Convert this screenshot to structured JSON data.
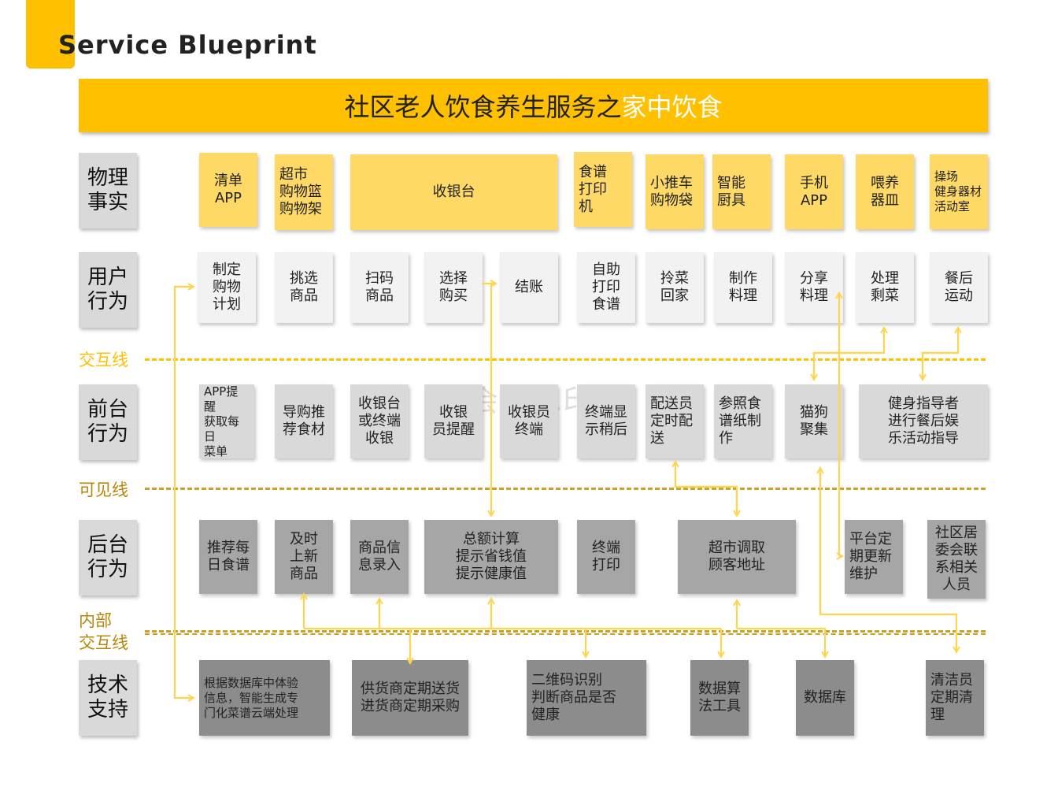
{
  "header": {
    "title": "Service Blueprint",
    "banner_main": "社区老人饮食养生服务之",
    "banner_highlight": "家中饮食"
  },
  "row_labels": {
    "physical": "物理\n事实",
    "user": "用户\n行为",
    "front": "前台\n行为",
    "back": "后台\n行为",
    "tech": "技术\n支持"
  },
  "line_labels": {
    "interaction": "交互线",
    "visibility": "可见线",
    "internal": "内部\n交互线"
  },
  "physical": [
    "清单\nAPP",
    "超市\n购物篮\n购物架",
    "收银台",
    "食谱\n打印\n机",
    "小推车\n购物袋",
    "智能\n厨具",
    "手机\nAPP",
    "喂养\n器皿",
    "操场\n健身器材\n活动室"
  ],
  "user": [
    "制定\n购物\n计划",
    "挑选\n商品",
    "扫码\n商品",
    "选择\n购买",
    "结账",
    "自助\n打印\n食谱",
    "拎菜\n回家",
    "制作\n料理",
    "分享\n料理",
    "处理\n剩菜",
    "餐后\n运动"
  ],
  "front": [
    "APP提醒\n获取每日\n菜单",
    "导购推\n荐食材",
    "收银台\n或终端\n收银",
    "收银\n员提醒",
    "收银员\n终端",
    "终端显\n示稍后",
    "配送员\n定时配\n送",
    "参照食\n谱纸制\n作",
    "猫狗\n聚集",
    "健身指导者\n进行餐后娱\n乐活动指导"
  ],
  "back": [
    "推荐每\n日食谱",
    "及时\n上新\n商品",
    "商品信\n息录入",
    "总额计算\n提示省钱值\n提示健康值",
    "终端\n打印",
    "超市调取\n顾客地址",
    "平台定\n期更新\n维护",
    "社区居\n委会联\n系相关\n人员"
  ],
  "tech": [
    "根据数据库中体验\n信息，智能生成专\n门化菜谱云端处理",
    "供货商定期送货\n进货商定期采购",
    "二维码识别\n判断商品是否\n健康",
    "数据算\n法工具",
    "数据库",
    "清洁员\n定期清\n理"
  ],
  "watermark": "非会员水印",
  "colors": {
    "accent": "#FFC000",
    "physical_fill": "#FFD966",
    "user_fill": "#f2f2f2",
    "front_fill": "#d9d9d9",
    "back_fill": "#a6a6a6",
    "tech_fill": "#8c8c8c",
    "arrow": "#FFD54F"
  }
}
